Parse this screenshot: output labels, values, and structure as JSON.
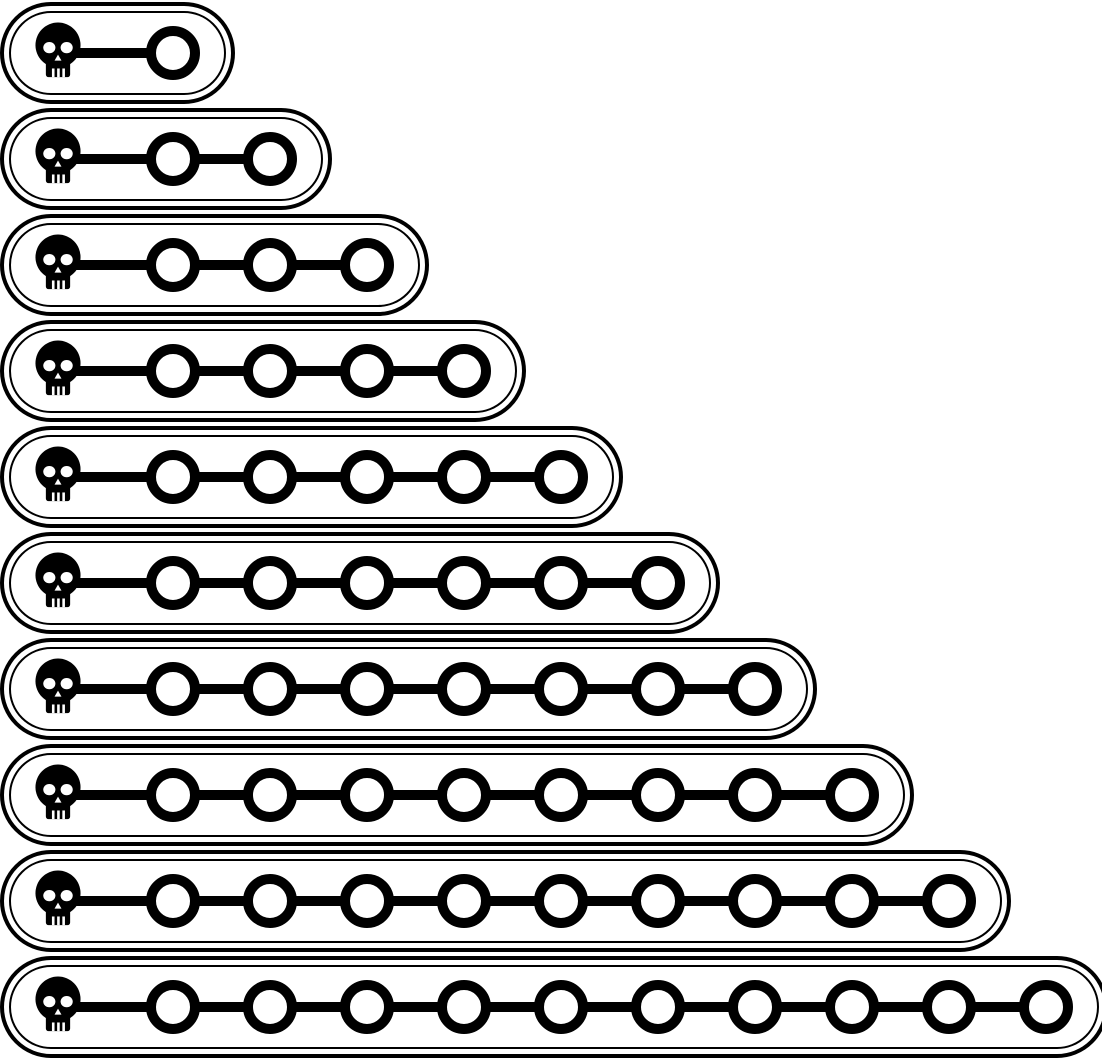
{
  "diagram": {
    "type": "pattern-of-chains",
    "colors": {
      "ink": "#000000",
      "paper": "#ffffff"
    },
    "rows": [
      {
        "start_icon": "skull-icon",
        "node_count": 1
      },
      {
        "start_icon": "skull-icon",
        "node_count": 2
      },
      {
        "start_icon": "skull-icon",
        "node_count": 3
      },
      {
        "start_icon": "skull-icon",
        "node_count": 4
      },
      {
        "start_icon": "skull-icon",
        "node_count": 5
      },
      {
        "start_icon": "skull-icon",
        "node_count": 6
      },
      {
        "start_icon": "skull-icon",
        "node_count": 7
      },
      {
        "start_icon": "skull-icon",
        "node_count": 8
      },
      {
        "start_icon": "skull-icon",
        "node_count": 9
      },
      {
        "start_icon": "skull-icon",
        "node_count": 10
      }
    ]
  }
}
